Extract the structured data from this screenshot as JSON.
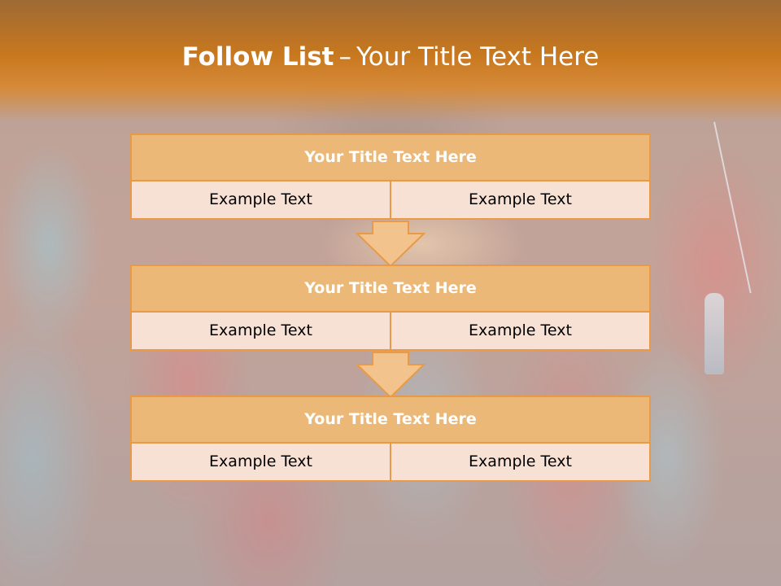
{
  "slide": {
    "title_bold": "Follow List",
    "title_sep": "–",
    "title_rest": "Your Title Text Here"
  },
  "steps": [
    {
      "title": "Your Title Text Here",
      "left": "Example Text",
      "right": "Example Text"
    },
    {
      "title": "Your Title Text Here",
      "left": "Example Text",
      "right": "Example Text"
    },
    {
      "title": "Your Title Text Here",
      "left": "Example Text",
      "right": "Example Text"
    }
  ],
  "colors": {
    "header": "#c8781e",
    "box_border": "#e89a47",
    "box_title_fill": "#ecb877",
    "box_cell_fill": "#f6e1d4",
    "arrow_fill": "#f2c38d"
  }
}
